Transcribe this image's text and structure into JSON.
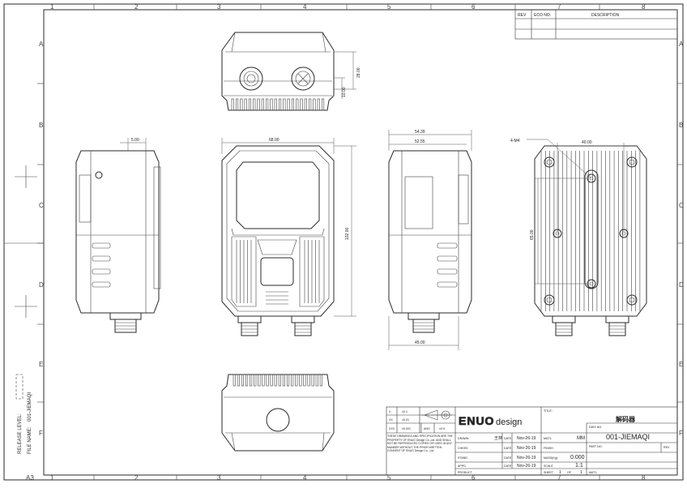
{
  "frame": {
    "column_labels": [
      "1",
      "2",
      "3",
      "4",
      "5",
      "6",
      "7",
      "8"
    ],
    "row_labels": [
      "A",
      "B",
      "C",
      "D",
      "E",
      "F"
    ],
    "sheet_size": "A3"
  },
  "revision_block": {
    "headers": [
      "REV",
      "ECO NO.",
      "DESCRIPTION"
    ]
  },
  "dimensions": {
    "top_height": "28.00",
    "top_inner": "10.00",
    "side_depth": "5.00",
    "front_width": "68.00",
    "front_height": "102.00",
    "right_width_outer": "54.39",
    "right_width_inner": "52.55",
    "right_bottom": "45.00",
    "back_hole_spacing_h": "40.00",
    "back_hole_spacing_v": "65.00",
    "back_thread": "4-M4"
  },
  "side_labels": {
    "release_level": "RELEASE LEVEL:",
    "file_name": "FILE NAME:",
    "file_value": "001-JIEMAQI"
  },
  "title_block": {
    "tolerances": [
      {
        "label": "X",
        "value": "±0.1"
      },
      {
        "label": "XX",
        "value": "±0.01"
      },
      {
        "label": "XXX",
        "value": "±0.001"
      }
    ],
    "angle_label": "ANG",
    "angle_value": "±0.5",
    "notice": "THESE DRAWINGS AND SPECIFICATION ARE THE PROPERTY OF ENUO Design Co.,Ltd. AND SHALL NOT BE REPRODUCED COPIED OR USED IN ANY MANNER WITHOUT THE PRIOR WRITTEN CONSENT OF ENUO Design Co., Ltd.",
    "logo_text": "ENUO",
    "logo_suffix": "design",
    "rows": [
      {
        "label": "DRAWN",
        "name": "王林",
        "date_label": "DATE",
        "date": "Nov-26-19"
      },
      {
        "label": "CHKED",
        "name": "",
        "date_label": "DATE",
        "date": "Nov-26-19"
      },
      {
        "label": "STAND",
        "name": "",
        "date_label": "DATE",
        "date": "Nov-26-19"
      },
      {
        "label": "APPD.",
        "name": "",
        "date_label": "DATE",
        "date": "Nov-26-19"
      },
      {
        "label": "PRODUCT",
        "name": "",
        "date_label": "",
        "date": ""
      }
    ],
    "title_label": "TITLE:",
    "title": "解码器",
    "mat_label": "MAT'L",
    "unit": "MM",
    "dwg_label": "DWG NO.",
    "dwg_no": "001-JIEMAQI",
    "finish_label": "FINISH",
    "mass_label": "MASS(Kg):",
    "mass": "0.000",
    "part_label": "PART NO.",
    "rev_label": "REV",
    "scale_label": "SCALE",
    "scale": "1:1",
    "sheet_label": "SHEET",
    "sheet_no": "1",
    "of_label": "OF",
    "sheet_total": "1",
    "matl2_label": "MAT'L"
  }
}
